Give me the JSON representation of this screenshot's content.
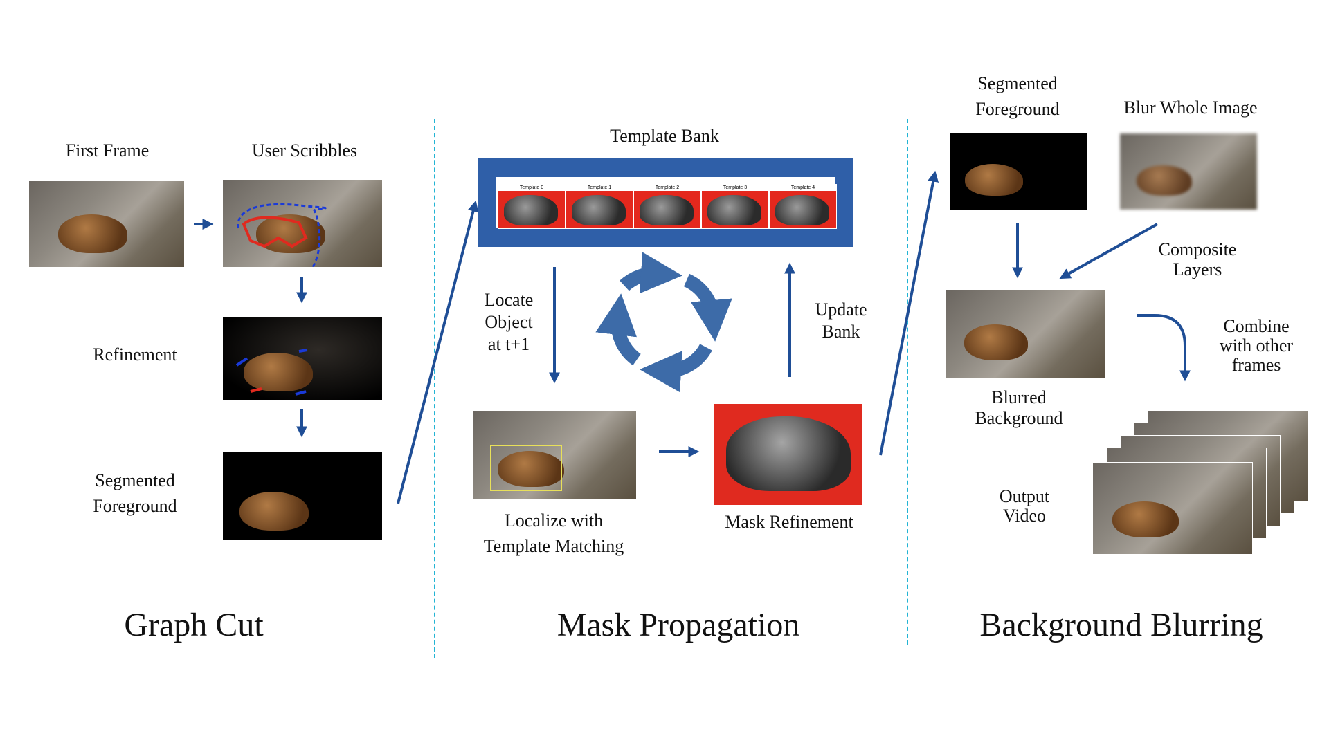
{
  "sections": {
    "graph_cut": {
      "title": "Graph Cut",
      "first_frame": "First Frame",
      "user_scribbles": "User Scribbles",
      "refinement": "Refinement",
      "segmented_foreground": [
        "Segmented",
        "Foreground"
      ]
    },
    "mask_propagation": {
      "title": "Mask Propagation",
      "template_bank": "Template Bank",
      "templates": [
        "Template 0",
        "Template 1",
        "Template 2",
        "Template 3",
        "Template 4"
      ],
      "locate_object": [
        "Locate",
        "Object",
        "at t+1"
      ],
      "update_bank": [
        "Update",
        "Bank"
      ],
      "localize": [
        "Localize with",
        "Template Matching"
      ],
      "mask_refinement": "Mask Refinement"
    },
    "background_blurring": {
      "title": "Background Blurring",
      "segmented_foreground": [
        "Segmented",
        "Foreground"
      ],
      "blur_whole_image": "Blur Whole Image",
      "composite_layers": [
        "Composite",
        "Layers"
      ],
      "blurred_background": [
        "Blurred",
        "Background"
      ],
      "combine": [
        "Combine",
        "with other",
        "frames"
      ],
      "output_video": [
        "Output",
        "Video"
      ]
    }
  },
  "colors": {
    "arrow": "#1f4e96",
    "cycle": "#3d6ba8",
    "bank_frame": "#2f5fa8",
    "divider": "#22b4d4",
    "mask_red": "#e02a1f"
  }
}
